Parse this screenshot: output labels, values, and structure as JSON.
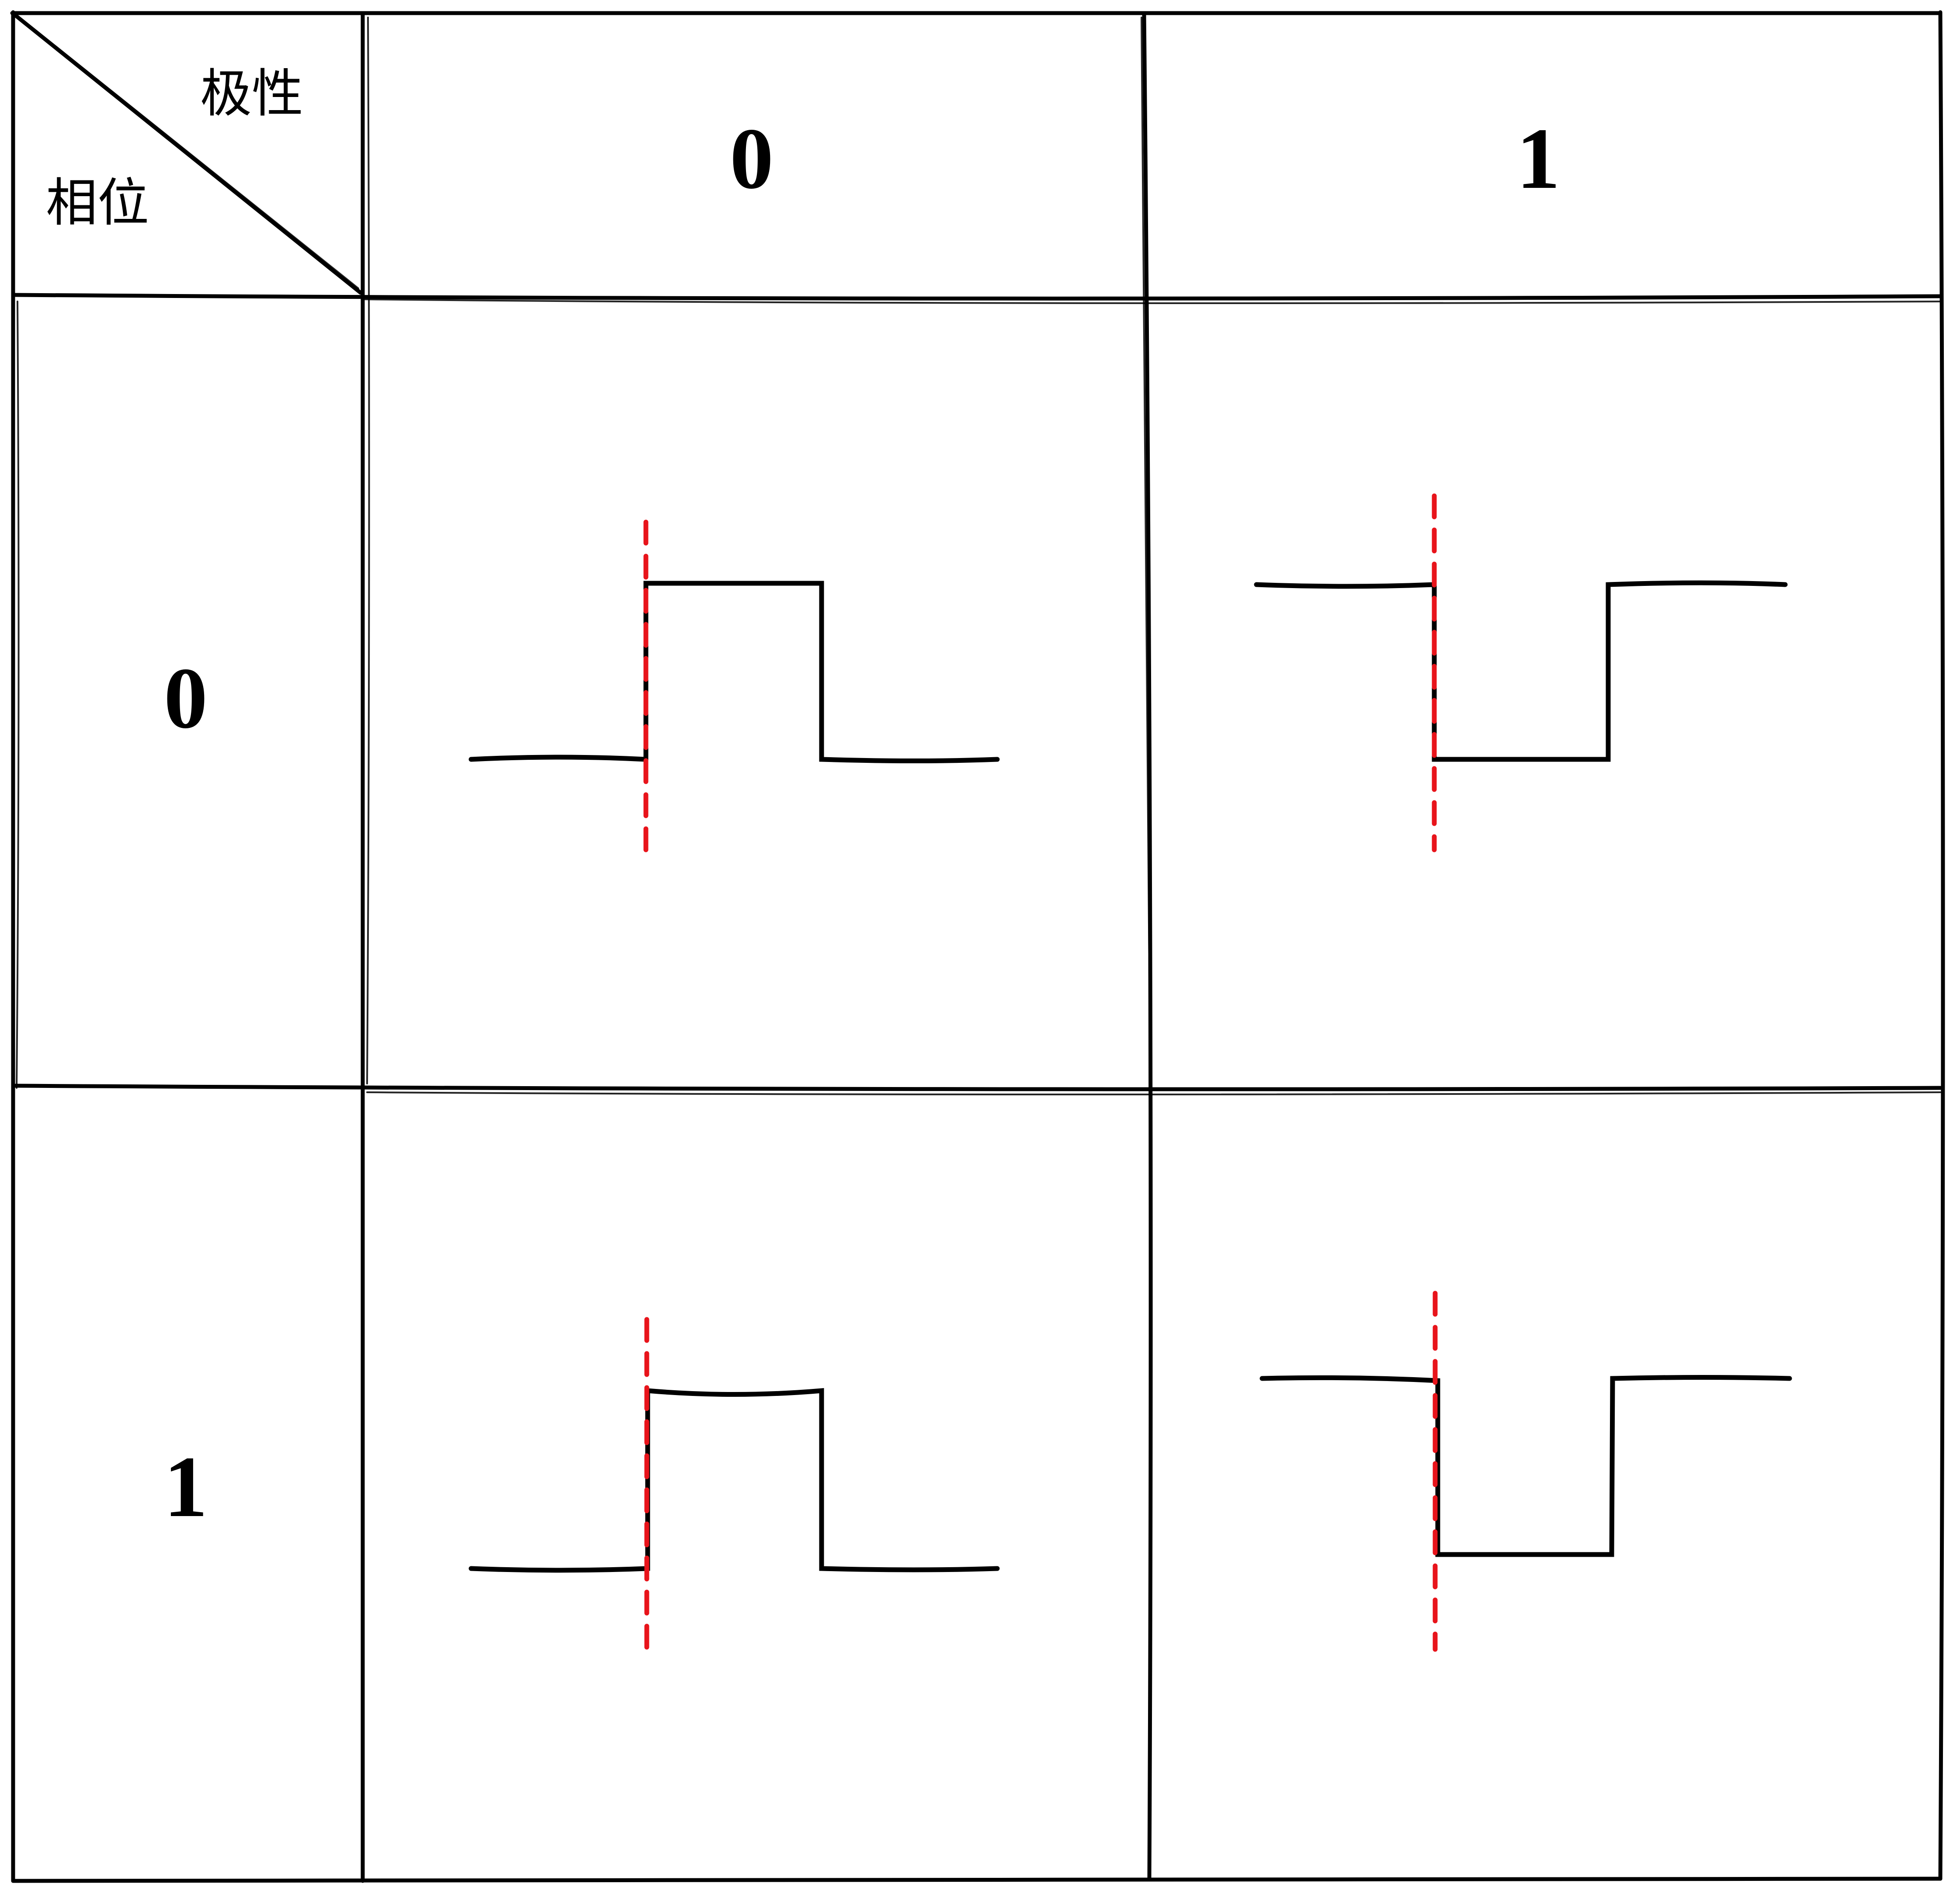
{
  "header": {
    "polarity_label": "极性",
    "phase_label": "相位"
  },
  "columns": [
    {
      "polarity": "0"
    },
    {
      "polarity": "1"
    }
  ],
  "rows": [
    {
      "phase": "0"
    },
    {
      "phase": "1"
    }
  ],
  "cells": [
    {
      "phase": 0,
      "polarity": 0,
      "waveform": "high-pulse",
      "sample_edge": "leading"
    },
    {
      "phase": 0,
      "polarity": 1,
      "waveform": "low-pulse",
      "sample_edge": "leading"
    },
    {
      "phase": 1,
      "polarity": 0,
      "waveform": "high-pulse",
      "sample_edge": "leading"
    },
    {
      "phase": 1,
      "polarity": 1,
      "waveform": "low-pulse",
      "sample_edge": "leading"
    }
  ],
  "colors": {
    "line": "#000000",
    "marker": "#e8141b",
    "background": "#ffffff"
  }
}
